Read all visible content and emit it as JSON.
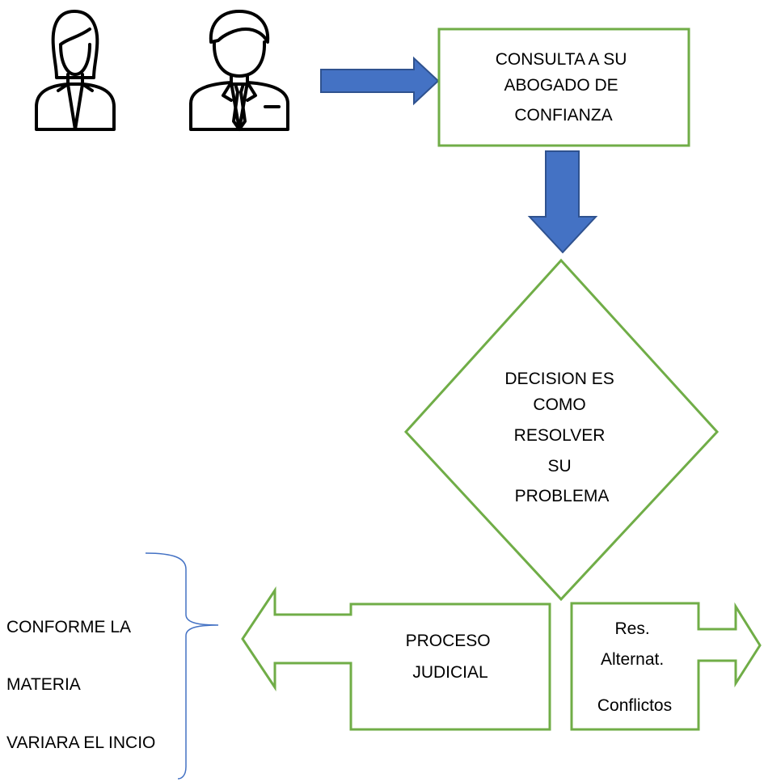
{
  "colors": {
    "box_stroke": "#70AD47",
    "arrow_fill": "#4472C4",
    "arrow_stroke": "#2F528F",
    "brace_stroke": "#4472C4",
    "icon_stroke": "#000000",
    "text": "#000000"
  },
  "icons": {
    "woman": "woman-person-icon",
    "man": "businessman-person-icon"
  },
  "consulta": {
    "lines": [
      "CONSULTA A SU",
      "ABOGADO DE",
      "CONFIANZA"
    ]
  },
  "decision": {
    "lines": [
      "DECISION ES",
      "COMO",
      "RESOLVER",
      "SU",
      "PROBLEMA"
    ]
  },
  "proceso": {
    "lines": [
      "PROCESO",
      "JUDICIAL"
    ]
  },
  "alternativa": {
    "lines": [
      "Res.",
      "Alternat.",
      "Conflictos"
    ]
  },
  "nota": {
    "lines": [
      "CONFORME LA",
      "MATERIA",
      "VARIARA EL INCIO"
    ]
  }
}
